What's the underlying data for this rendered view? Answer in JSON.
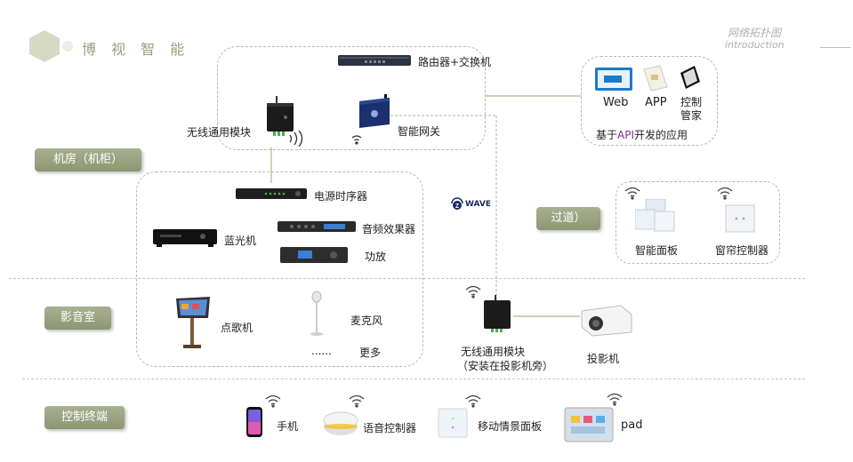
{
  "brand": {
    "name": "博 视 智 能"
  },
  "header": {
    "title": "网络拓扑图",
    "subtitle": "introduction"
  },
  "zones": {
    "machine_room": "机房（机柜）",
    "hallway": "过道）",
    "av_room": "影音室",
    "control_terminal": "控制终端"
  },
  "devices": {
    "router": "路由器+交换机",
    "wireless_module": "无线通用模块",
    "smart_gateway": "智能网关",
    "power_sequencer": "电源时序器",
    "bluray": "蓝光机",
    "audio_effects": "音频效果器",
    "amplifier": "功放",
    "karaoke": "点歌机",
    "microphone": "麦克风",
    "more_dots": "......",
    "more": "更多",
    "wireless_module_projector_1": "无线通用模块",
    "wireless_module_projector_2": "（安装在投影机旁）",
    "projector": "投影机",
    "zwave": "WAVE"
  },
  "apps": {
    "web": "Web",
    "app": "APP",
    "control_1": "控制",
    "control_2": "管家",
    "caption_pre": "基于",
    "caption_api": "API",
    "caption_post": "开发的应用"
  },
  "hallway_devices": {
    "smart_panel": "智能面板",
    "curtain_controller": "窗帘控制器"
  },
  "terminals": {
    "phone": "手机",
    "voice_controller": "语音控制器",
    "scene_panel": "移动情景面板",
    "pad": "pad"
  },
  "colors": {
    "accent": "#8d9672",
    "line": "#b5b088",
    "apps_caption_accent": "#7a2fa0"
  }
}
